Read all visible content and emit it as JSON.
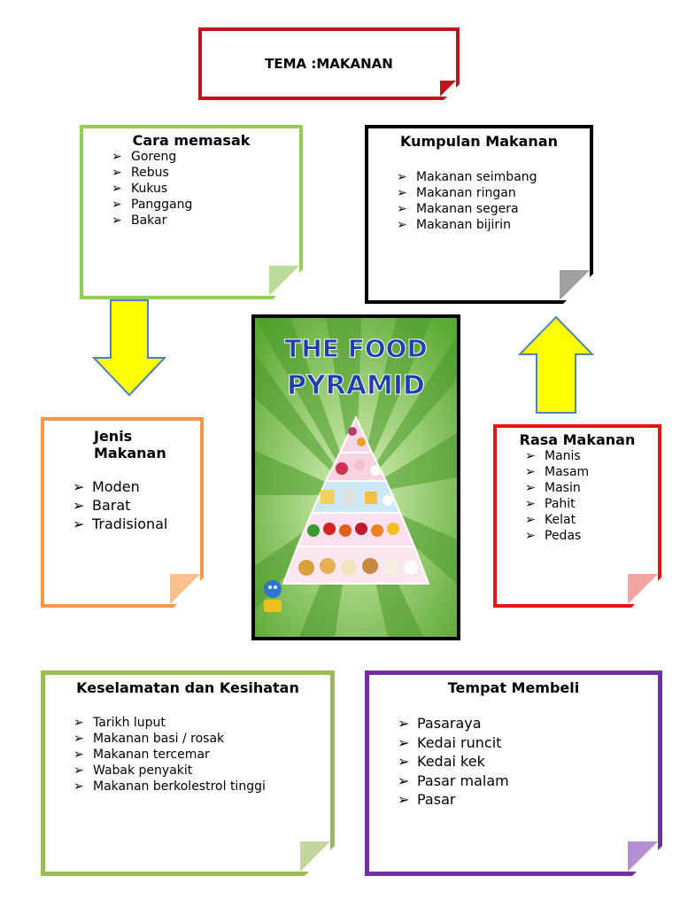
{
  "tema": {
    "title": "TEMA :MAKANAN"
  },
  "cara_memasak": {
    "title": "Cara memasak",
    "items": [
      "Goreng",
      "Rebus",
      "Kukus",
      "Panggang",
      "Bakar"
    ]
  },
  "kumpulan_makanan": {
    "title": "Kumpulan Makanan",
    "items": [
      "Makanan seimbang",
      "Makanan ringan",
      "Makanan segera",
      "Makanan bijirin"
    ]
  },
  "jenis_makanan": {
    "title": "Jenis Makanan",
    "items": [
      "Moden",
      "Barat",
      "Tradisional"
    ]
  },
  "rasa_makanan": {
    "title": "Rasa Makanan",
    "items": [
      "Manis",
      "Masam",
      "Masin",
      "Pahit",
      "Kelat",
      "Pedas"
    ]
  },
  "keselamatan": {
    "title": "Keselamatan dan Kesihatan",
    "items": [
      "Tarikh luput",
      "Makanan basi / rosak",
      "Makanan tercemar",
      "Wabak penyakit",
      "Makanan berkolestrol tinggi"
    ]
  },
  "tempat_membeli": {
    "title": "Tempat Membeli",
    "items": [
      "Pasaraya",
      "Kedai runcit",
      "Kedai kek",
      "Pasar malam",
      "Pasar"
    ]
  },
  "poster": {
    "title_line1": "THE FOOD",
    "title_line2": "PYRAMID"
  },
  "colors": {
    "tema": "#c0141c",
    "cara": "#92d050",
    "kumpulan": "#000000",
    "jenis": "#f79646",
    "rasa": "#ee1111",
    "keselamatan": "#9bbb59",
    "tempat": "#7030a0",
    "arrow_fill": "#ffff00",
    "arrow_stroke": "#4f81bd"
  }
}
